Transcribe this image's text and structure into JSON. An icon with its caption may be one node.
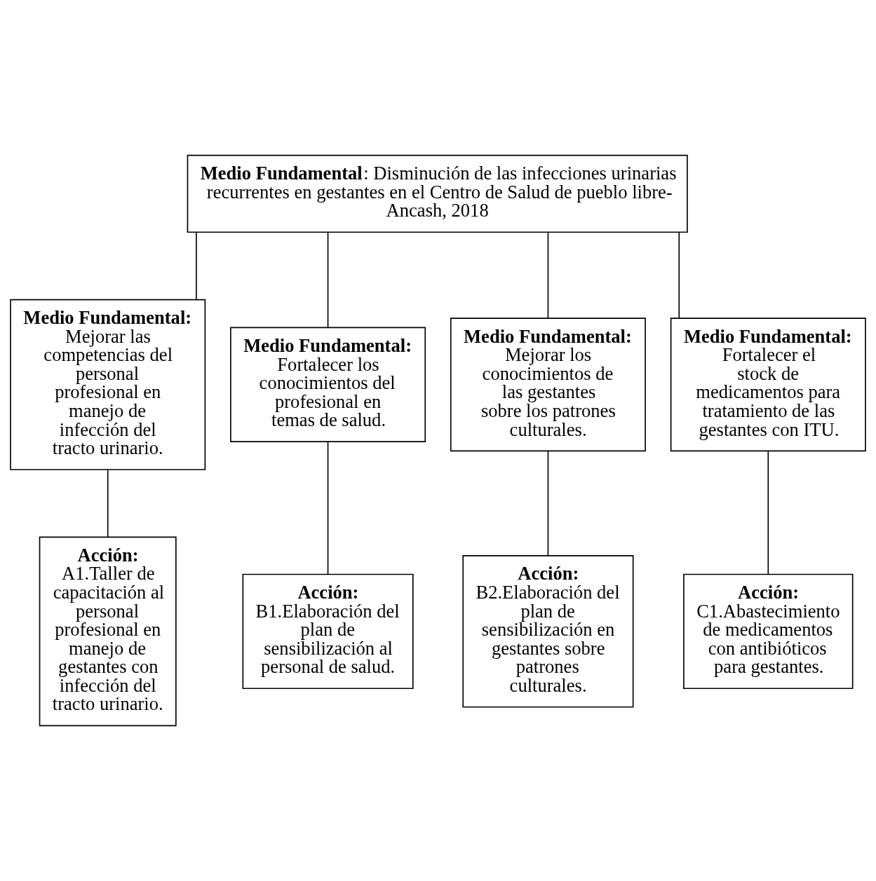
{
  "diagram": {
    "nodes": [
      {
        "text": [
          "**Medio Fundamental**: Disminución de las infecciones urinarias recurrentes en gestantes en el Centro de Salud de pueblo libre- Ancash, 2018"
        ]
      },
      {
        "text": [
          "Medio Fundamental:",
          "Mejorar las competencias del personal profesional en manejo de infección del tracto urinario."
        ]
      },
      {
        "text": [
          "Medio Fundamental:",
          "Fortalecer los conocimientos del profesional en temas de salud."
        ]
      },
      {
        "text": [
          "Medio Fundamental:",
          "Mejorar los conocimientos de las gestantes sobre los patrones culturales."
        ]
      },
      {
        "text": [
          "Medio Fundamental:",
          "Fortalecer el stock de medicamentos para tratamiento de las gestantes con ITU."
        ]
      },
      {
        "text": [
          "Acción:",
          "A1.Taller de capacitación al personal profesional en manejo de gestantes con infección del tracto urinario."
        ]
      },
      {
        "text": [
          "Acción:",
          "B1.Elaboración del plan de sensibilización al personal de salud."
        ]
      },
      {
        "text": [
          "Acción:",
          "B2.Elaboración del plan de sensibilización en gestantes sobre patrones culturales."
        ]
      },
      {
        "text": [
          "Acción:",
          "C1.Abastecimiento de medicamentos con antibióticos para gestantes."
        ]
      }
    ],
    "edges": [
      {
        "from": 0,
        "to": 1,
        "arrow": "none"
      },
      {
        "from": 0,
        "to": 2,
        "arrow": "none"
      },
      {
        "from": 0,
        "to": 3,
        "arrow": "none"
      },
      {
        "from": 0,
        "to": 4,
        "arrow": "none"
      },
      {
        "from": 1,
        "to": 5,
        "arrow": "none"
      },
      {
        "from": 2,
        "to": 6,
        "arrow": "none"
      },
      {
        "from": 3,
        "to": 7,
        "arrow": "none"
      },
      {
        "from": 4,
        "to": 8,
        "arrow": "none"
      }
    ]
  }
}
